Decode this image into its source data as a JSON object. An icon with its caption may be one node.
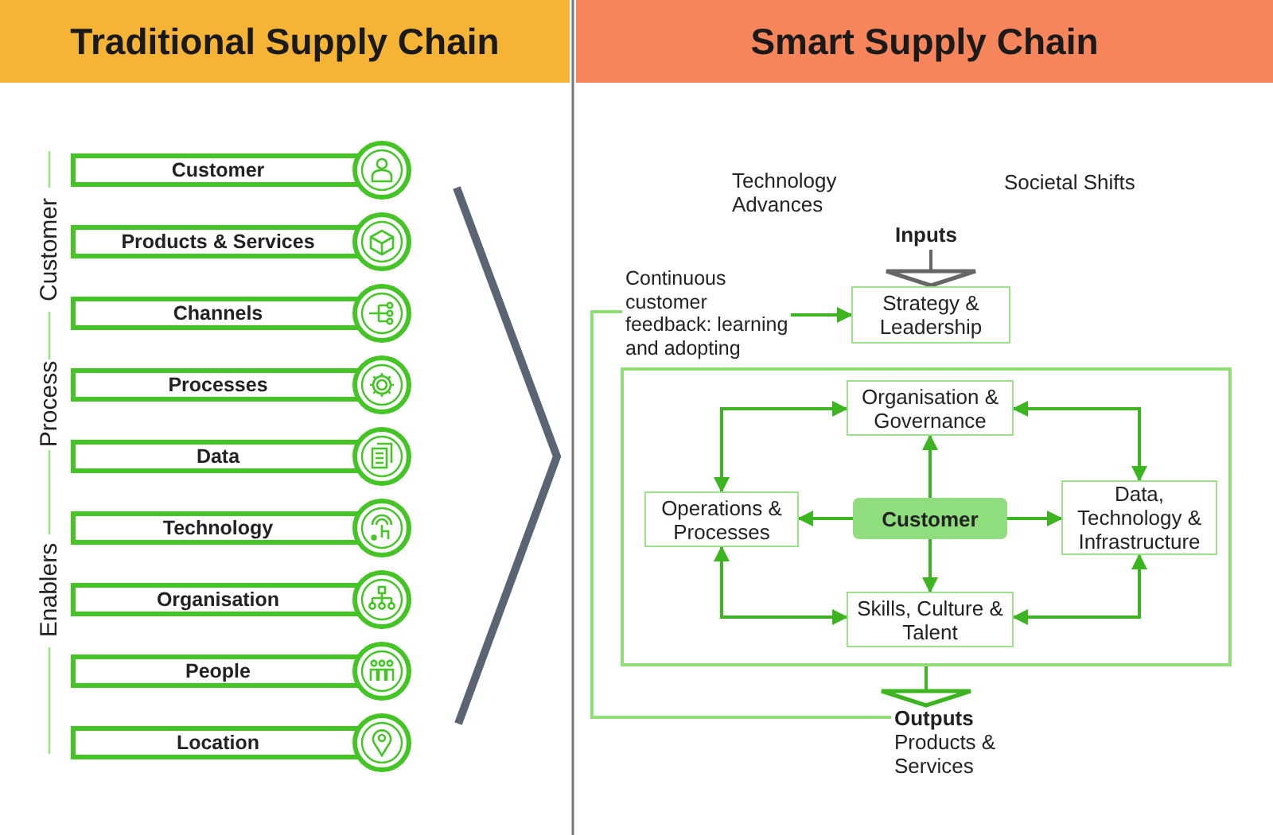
{
  "diagram": {
    "nodes": [
      {
        "text": [
          "Traditional Supply Chain"
        ]
      },
      {
        "text": [
          "Smart Supply Chain"
        ]
      },
      {
        "text": [
          "Customer"
        ]
      },
      {
        "text": [
          "Products & Services"
        ]
      },
      {
        "text": [
          "Channels"
        ]
      },
      {
        "text": [
          "Processes"
        ]
      },
      {
        "text": [
          "Data"
        ]
      },
      {
        "text": [
          "Technology"
        ]
      },
      {
        "text": [
          "Organisation"
        ]
      },
      {
        "text": [
          "People"
        ]
      },
      {
        "text": [
          "Location"
        ]
      },
      {
        "text": [
          "Inputs"
        ]
      },
      {
        "text": [
          "Continuous customer feedback: learning and adopting"
        ]
      },
      {
        "text": [
          "Strategy & Leadership"
        ]
      },
      {
        "text": [],
        "shape": "box"
      },
      {
        "text": [
          "Organisation & Governance"
        ],
        "in": 14
      },
      {
        "text": [
          "Operations & Processes"
        ],
        "in": 14
      },
      {
        "text": [
          "Customer"
        ],
        "in": 14
      },
      {
        "text": [
          "Data, Technology & Infrastructure"
        ],
        "in": 14
      },
      {
        "text": [
          "Skills, Culture & Talent"
        ],
        "in": 14
      },
      {
        "text": [
          "Outputs",
          "Products & Services"
        ]
      }
    ],
    "edges": [
      {
        "from": 11,
        "to": 13,
        "arrow": "to",
        "color": "#666666"
      },
      {
        "from": 12,
        "to": 13,
        "arrow": "to"
      },
      {
        "from": 17,
        "to": 15,
        "arrow": "to"
      },
      {
        "from": 17,
        "to": 16,
        "arrow": "to"
      },
      {
        "from": 17,
        "to": 18,
        "arrow": "to"
      },
      {
        "from": 17,
        "to": 19,
        "arrow": "to"
      },
      {
        "from": 16,
        "to": 15,
        "arrow": "both"
      },
      {
        "from": 15,
        "to": 18,
        "arrow": "both"
      },
      {
        "from": 16,
        "to": 19,
        "arrow": "both"
      },
      {
        "from": 19,
        "to": 18,
        "arrow": "both"
      },
      {
        "from": 14,
        "to": 20,
        "arrow": "to"
      },
      {
        "from": 20,
        "to": 12,
        "arrow": "none",
        "color": "#8fdf76"
      }
    ],
    "labels": [
      "Customer",
      "Process",
      "Enablers",
      "Technology Advances",
      "Societal Shifts"
    ]
  }
}
